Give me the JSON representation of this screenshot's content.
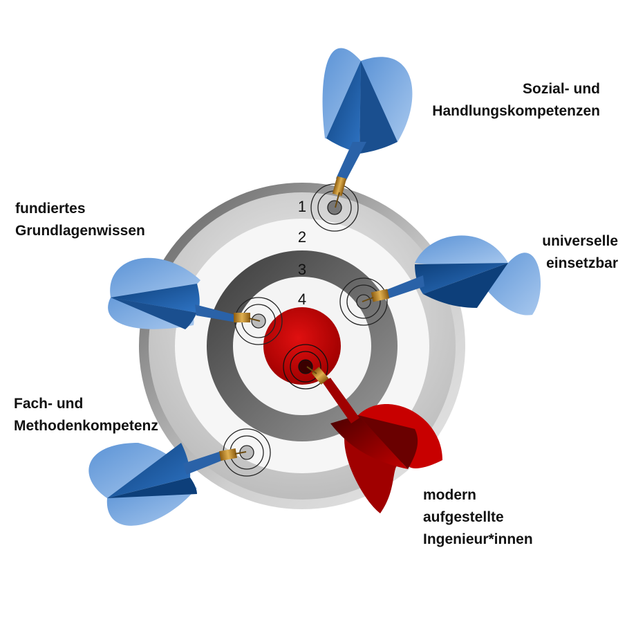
{
  "ring_numbers": [
    "1",
    "2",
    "3",
    "4"
  ],
  "labels": {
    "top_right": [
      "Sozial- und",
      "Handlungskompetenzen"
    ],
    "top_left": [
      "fundiertes",
      "Grundlagenwissen"
    ],
    "right": [
      "universelle",
      "einsetzbar"
    ],
    "bottom_left": [
      "Fach- und",
      "Methodenkompetenz"
    ],
    "bottom_right": [
      "modern",
      "aufgestellte",
      "Ingenieur*innen"
    ]
  },
  "colors": {
    "dart_blue": "#1f5fa8",
    "dart_blue_light": "#7aa8dc",
    "dart_red": "#b00000",
    "bullseye": "#c40000",
    "tip_gold": "#c8922a"
  }
}
